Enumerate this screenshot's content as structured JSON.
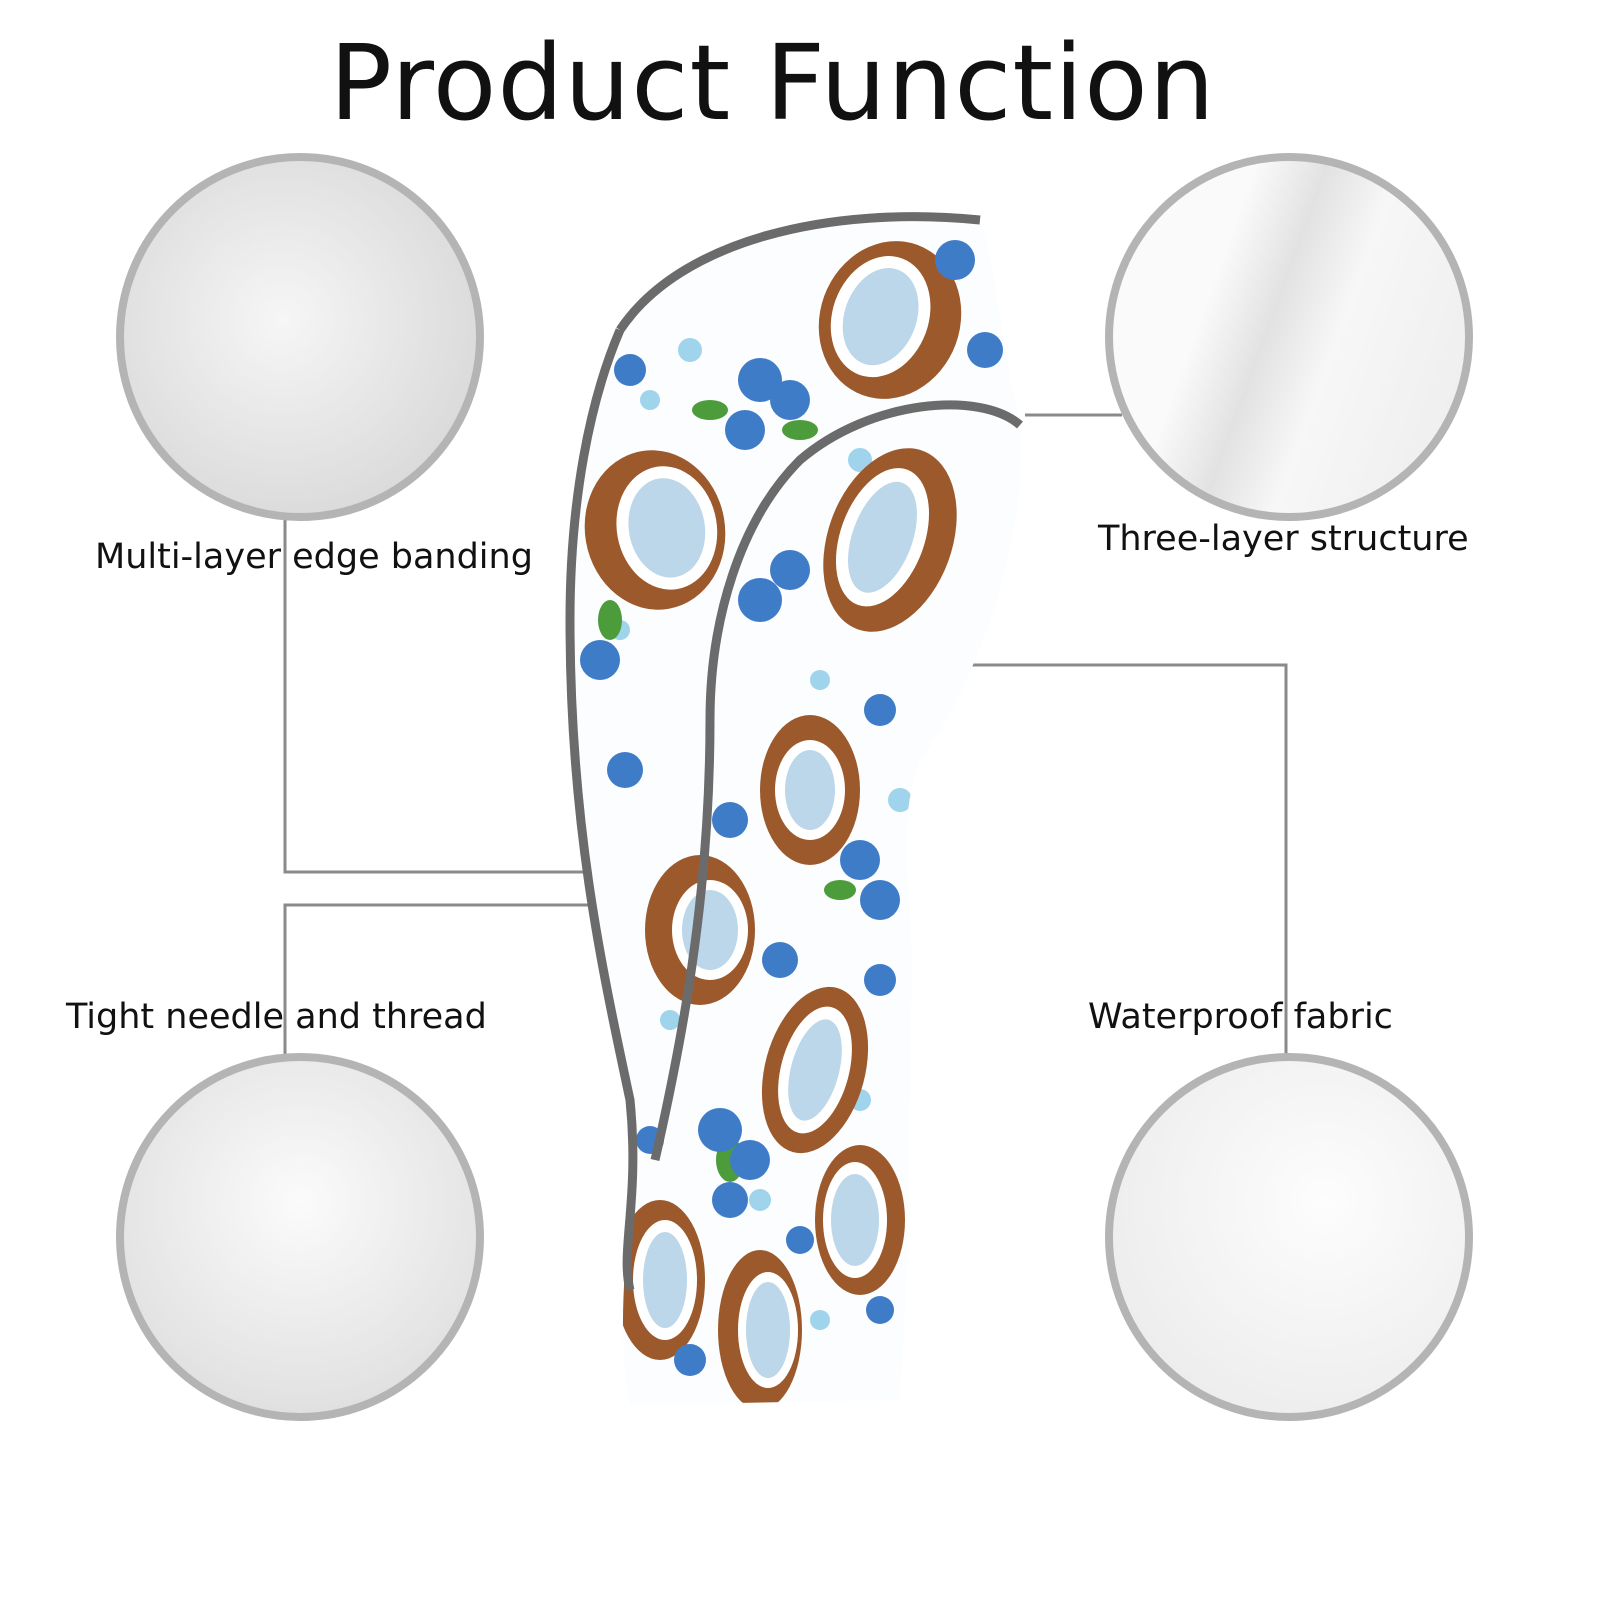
{
  "title": "Product Function",
  "features": [
    {
      "label": "Multi-layer edge banding"
    },
    {
      "label": "Three-layer structure"
    },
    {
      "label": "Tight needle and thread"
    },
    {
      "label": "Waterproof fabric"
    }
  ],
  "colors": {
    "line": "#8a8a8a",
    "circle_border": "#b4b4b4",
    "trim": "#6b6b6b",
    "coconut": "#9c5a2c",
    "blueberry": "#3f7cc8"
  }
}
